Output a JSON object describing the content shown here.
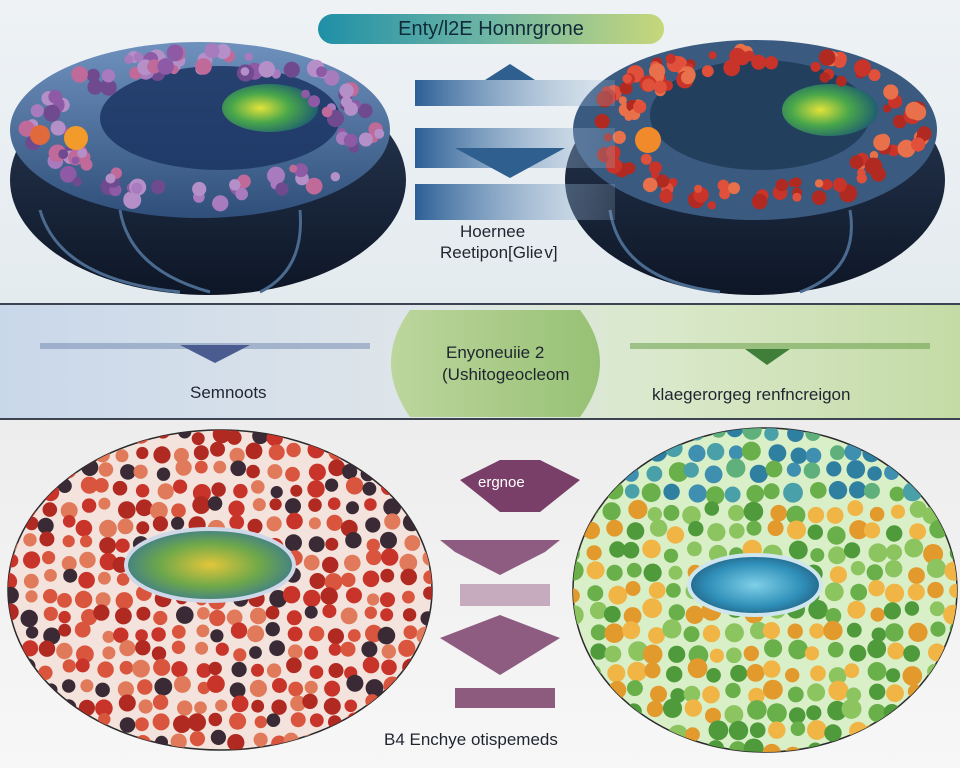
{
  "title": "Enty/l2E Honnrgrone",
  "top_center_label": {
    "line1": "Hoernee",
    "line2": "Reetipon[Glie v]"
  },
  "middle_center_label": {
    "line1": "Enyoneuiie 2",
    "line2": "(Ushitogeocleom"
  },
  "middle_left_label": "Semnoots",
  "middle_right_label": "klaegerorgeg renfncreigon",
  "bottom_center_badge": "ergnoe",
  "bottom_caption": "B4 Enchye otispemeds",
  "colors": {
    "cell_dark": "#1d2c45",
    "purple_granule": "#8e5aa6",
    "red_granule": "#c8342a",
    "green_granule": "#6ab04a",
    "orange_granule": "#e39a2d",
    "mauve_arrow": "#7a3f68",
    "blue_arrow": "#2f5f8f",
    "green_arrow": "#3f7f3a"
  }
}
